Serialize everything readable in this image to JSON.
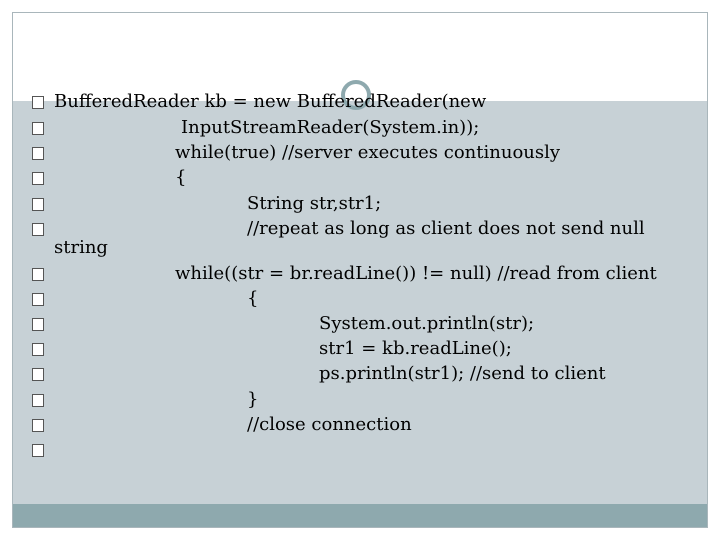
{
  "slide": {
    "lines": [
      {
        "bullet": true,
        "indent": 0,
        "text": "BufferedReader kb = new BufferedReader(new"
      },
      {
        "bullet": true,
        "indent": 3,
        "text": "InputStreamReader(System.in));"
      },
      {
        "bullet": true,
        "indent": 3,
        "text": "while(true) //server executes continuously"
      },
      {
        "bullet": true,
        "indent": 3,
        "text": "{"
      },
      {
        "bullet": true,
        "indent": 4,
        "text": "String str,str1;"
      },
      {
        "bullet": true,
        "indent": 4,
        "text": "//repeat as long as client does not send null"
      },
      {
        "bullet": true,
        "indent": 3,
        "text": "while((str = br.readLine()) != null) //read from client"
      },
      {
        "bullet": true,
        "indent": 4,
        "text": "{"
      },
      {
        "bullet": true,
        "indent": 5,
        "text": "System.out.println(str);"
      },
      {
        "bullet": true,
        "indent": 5,
        "text": "str1 = kb.readLine();"
      },
      {
        "bullet": true,
        "indent": 5,
        "text": "ps.println(str1); //send to client"
      },
      {
        "bullet": true,
        "indent": 4,
        "text": "}"
      },
      {
        "bullet": true,
        "indent": 4,
        "text": "//close connection"
      },
      {
        "bullet": true,
        "indent": 0,
        "text": ""
      }
    ],
    "wrap_text": "string"
  },
  "colors": {
    "content_bg": "#c7d1d6",
    "accent": "#8ea9ae",
    "text": "#000000"
  }
}
